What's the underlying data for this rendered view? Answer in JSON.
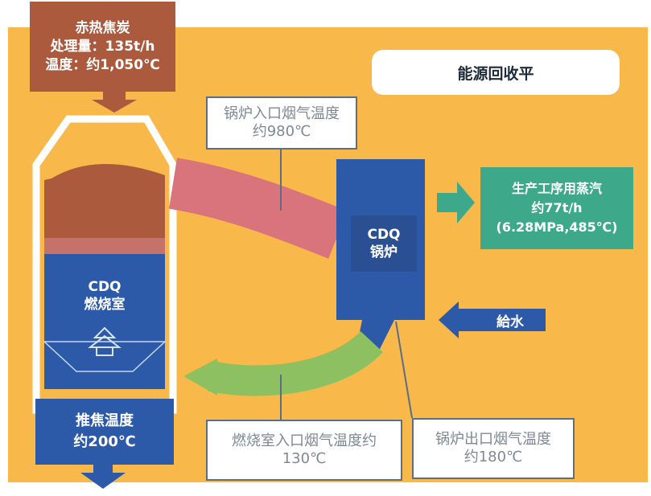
{
  "title": "能源回收平",
  "hot_coke": {
    "line1": "赤热焦炭",
    "line2": "处理量：135t/h",
    "line3": "温度：约1,050℃"
  },
  "boiler_inlet": {
    "line1": "锅炉入口烟气温度",
    "line2": "约980℃"
  },
  "cdq_boiler": {
    "line1": "CDQ",
    "line2": "锅炉"
  },
  "cdq_chamber": {
    "line1": "CDQ",
    "line2": "燃烧室"
  },
  "steam": {
    "line1": "生产工序用蒸汽",
    "line2": "约77t/h",
    "line3": "(6.28MPa,485℃)"
  },
  "feed_water": "給水",
  "push_coke": {
    "line1": "推焦温度",
    "line2": "约200℃"
  },
  "chamber_inlet": {
    "line1": "燃烧室入口烟气温度约",
    "line2": "130℃"
  },
  "boiler_outlet": {
    "line1": "锅炉出口烟气温度",
    "line2": "约180℃"
  },
  "colors": {
    "background": "#f8b84a",
    "hot_coke": "#ab5a3e",
    "blue": "#2c5aa8",
    "hot_gas": "#d9747c",
    "cool_gas": "#8cc060",
    "steam": "#3ea98a"
  }
}
